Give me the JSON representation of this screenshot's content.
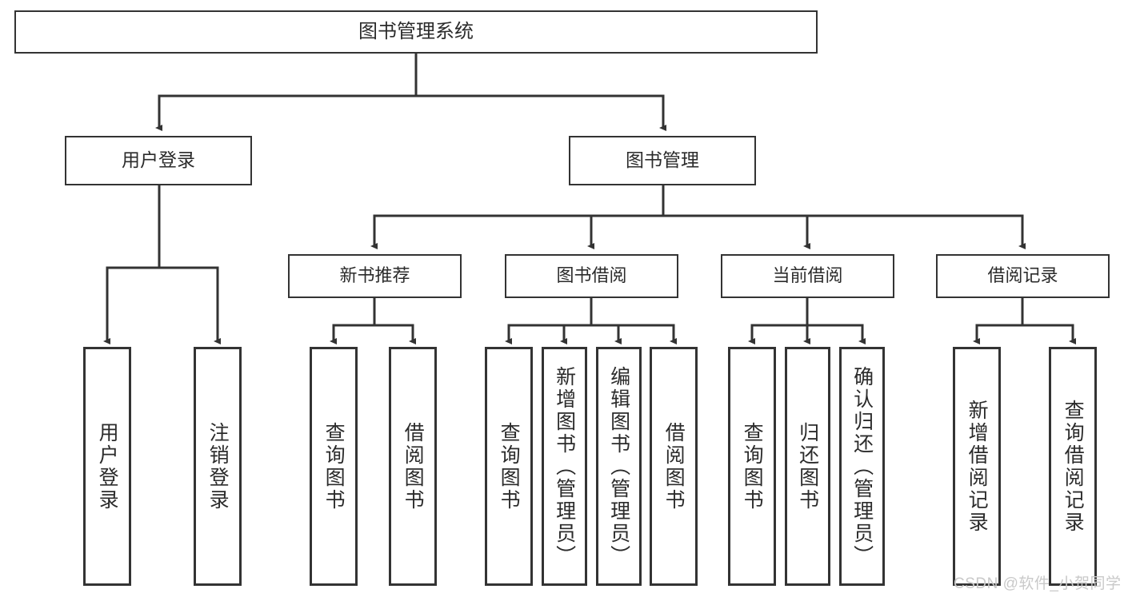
{
  "diagram": {
    "title": "图书管理系统",
    "type": "tree-hierarchy",
    "watermark": "CSDN @软件_小贺同学",
    "colors": {
      "box_border": "#333333",
      "box_fill": "#ffffff",
      "edge": "#333333",
      "text": "#2b2b2b",
      "watermark": "#c9c9c9",
      "background": "#ffffff"
    },
    "root": {
      "label": "图书管理系统"
    },
    "level2": [
      {
        "id": "user-login",
        "label": "用户登录"
      },
      {
        "id": "book-manage",
        "label": "图书管理"
      }
    ],
    "level3": [
      {
        "id": "new-book-recommend",
        "label": "新书推荐"
      },
      {
        "id": "book-borrow",
        "label": "图书借阅"
      },
      {
        "id": "current-borrow",
        "label": "当前借阅"
      },
      {
        "id": "borrow-record",
        "label": "借阅记录"
      }
    ],
    "leaves": {
      "user_login": [
        {
          "id": "leaf-user-login",
          "label": "用户登录"
        },
        {
          "id": "leaf-logout-login",
          "label": "注销登录"
        }
      ],
      "new_book_recommend": [
        {
          "id": "leaf-query-book-1",
          "label": "查询图书"
        },
        {
          "id": "leaf-borrow-book-1",
          "label": "借阅图书"
        }
      ],
      "book_borrow": [
        {
          "id": "leaf-query-book-2",
          "label": "查询图书"
        },
        {
          "id": "leaf-add-book",
          "label": "新增图书（管理员）"
        },
        {
          "id": "leaf-edit-book",
          "label": "编辑图书（管理员）"
        },
        {
          "id": "leaf-borrow-book-2",
          "label": "借阅图书"
        }
      ],
      "current_borrow": [
        {
          "id": "leaf-query-book-3",
          "label": "查询图书"
        },
        {
          "id": "leaf-return-book",
          "label": "归还图书"
        },
        {
          "id": "leaf-confirm-return",
          "label": "确认归还（管理员）"
        }
      ],
      "borrow_record": [
        {
          "id": "leaf-add-record",
          "label": "新增借阅记录"
        },
        {
          "id": "leaf-query-record",
          "label": "查询借阅记录"
        }
      ]
    }
  }
}
